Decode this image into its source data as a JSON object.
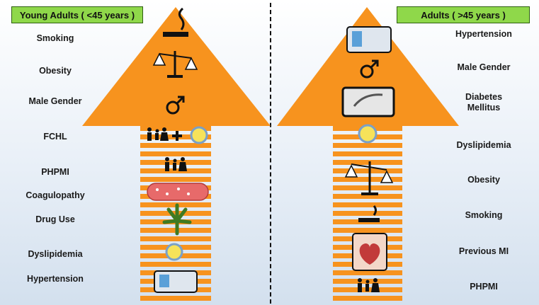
{
  "left_panel": {
    "title": "Young Adults ( <45 years )",
    "factors": [
      "Smoking",
      "Obesity",
      "Male Gender",
      "FCHL",
      "PHPMI",
      "Coagulopathy",
      "Drug Use",
      "Dyslipidemia",
      "Hypertension"
    ],
    "icons": [
      "cigarette-icon",
      "scale-icon",
      "male-symbol-icon",
      "family-plus-gene-icon",
      "family-icon",
      "blood-vessel-icon",
      "cannabis-leaf-icon",
      "gene-icon",
      "blood-pressure-cuff-icon"
    ]
  },
  "right_panel": {
    "title": "Adults ( >45 years )",
    "factors": [
      "Hypertension",
      "Male Gender",
      "Diabetes Mellitus",
      "Dyslipidemia",
      "Obesity",
      "Smoking",
      "Previous MI",
      "PHPMI"
    ],
    "icons": [
      "blood-pressure-cuff-icon",
      "male-symbol-icon",
      "glucose-test-icon",
      "gene-icon",
      "scale-icon",
      "cigarette-icon",
      "heart-icon",
      "family-icon"
    ]
  },
  "colors": {
    "arrow": "#f7931e",
    "title_box": "#8fd84a",
    "divider": "#111111"
  }
}
